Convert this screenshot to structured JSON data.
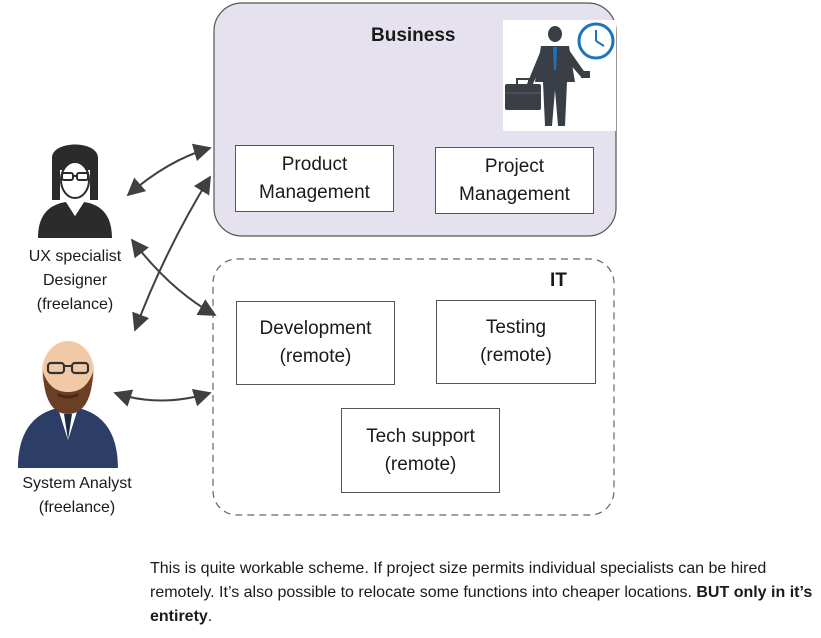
{
  "groups": {
    "business": {
      "title": "Business",
      "fill": "#e6e1ee",
      "border": "#555555"
    },
    "it": {
      "title": "IT",
      "border": "#666666"
    }
  },
  "boxes": {
    "product": {
      "line1": "Product",
      "line2": "Management"
    },
    "project": {
      "line1": "Project",
      "line2": "Management"
    },
    "development": {
      "line1": "Development",
      "line2": "(remote)"
    },
    "testing": {
      "line1": "Testing",
      "line2": "(remote)"
    },
    "tech": {
      "line1": "Tech support",
      "line2": "(remote)"
    }
  },
  "people": {
    "ux": {
      "line1": "UX specialist",
      "line2": "Designer",
      "line3": "(freelance)"
    },
    "analyst": {
      "line1": "System Analyst",
      "line2": "(freelance)"
    }
  },
  "icons": {
    "businessman": "businessman-with-clock-icon",
    "ux": "female-designer-avatar-icon",
    "analyst": "bearded-man-avatar-icon"
  },
  "caption": {
    "text": "This is quite workable scheme. If project size permits individual specialists can be hired remotely. It’s also possible to relocate some functions into cheaper locations. ",
    "bold": "BUT only in it’s entirety",
    "end": "."
  }
}
